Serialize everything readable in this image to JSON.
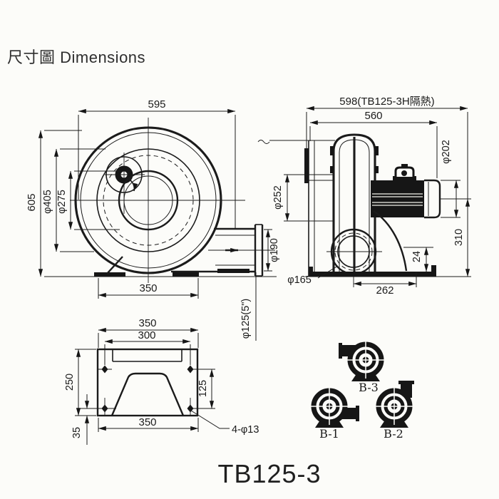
{
  "header": {
    "title": "尺寸圖 Dimensions"
  },
  "model_label": "TB125-3",
  "front_view": {
    "width_top": "595",
    "height": "605",
    "flange_diameter": "φ405",
    "inlet_diameter": "φ275",
    "outlet_flange_diameter": "φ190",
    "base_width": "350",
    "outlet_diameter": "φ125(5\")"
  },
  "side_view": {
    "overall_width_insulated": "598(TB125-3H隔熱)",
    "overall_width": "560",
    "motor_diameter": "φ202",
    "housing_width": "φ252",
    "inlet_diameter": "φ165",
    "centre_height": "310",
    "base_plate_height": "24",
    "base_depth": "262"
  },
  "base_view": {
    "width_top": "350",
    "bolt_span_width": "300",
    "depth": "250",
    "bolt_span_depth": "125",
    "width_bottom": "350",
    "bolt_edge_offset": "35",
    "bolt_holes": "4-φ13"
  },
  "orientations": {
    "b1": "B-1",
    "b2": "B-2",
    "b3": "B-3"
  }
}
